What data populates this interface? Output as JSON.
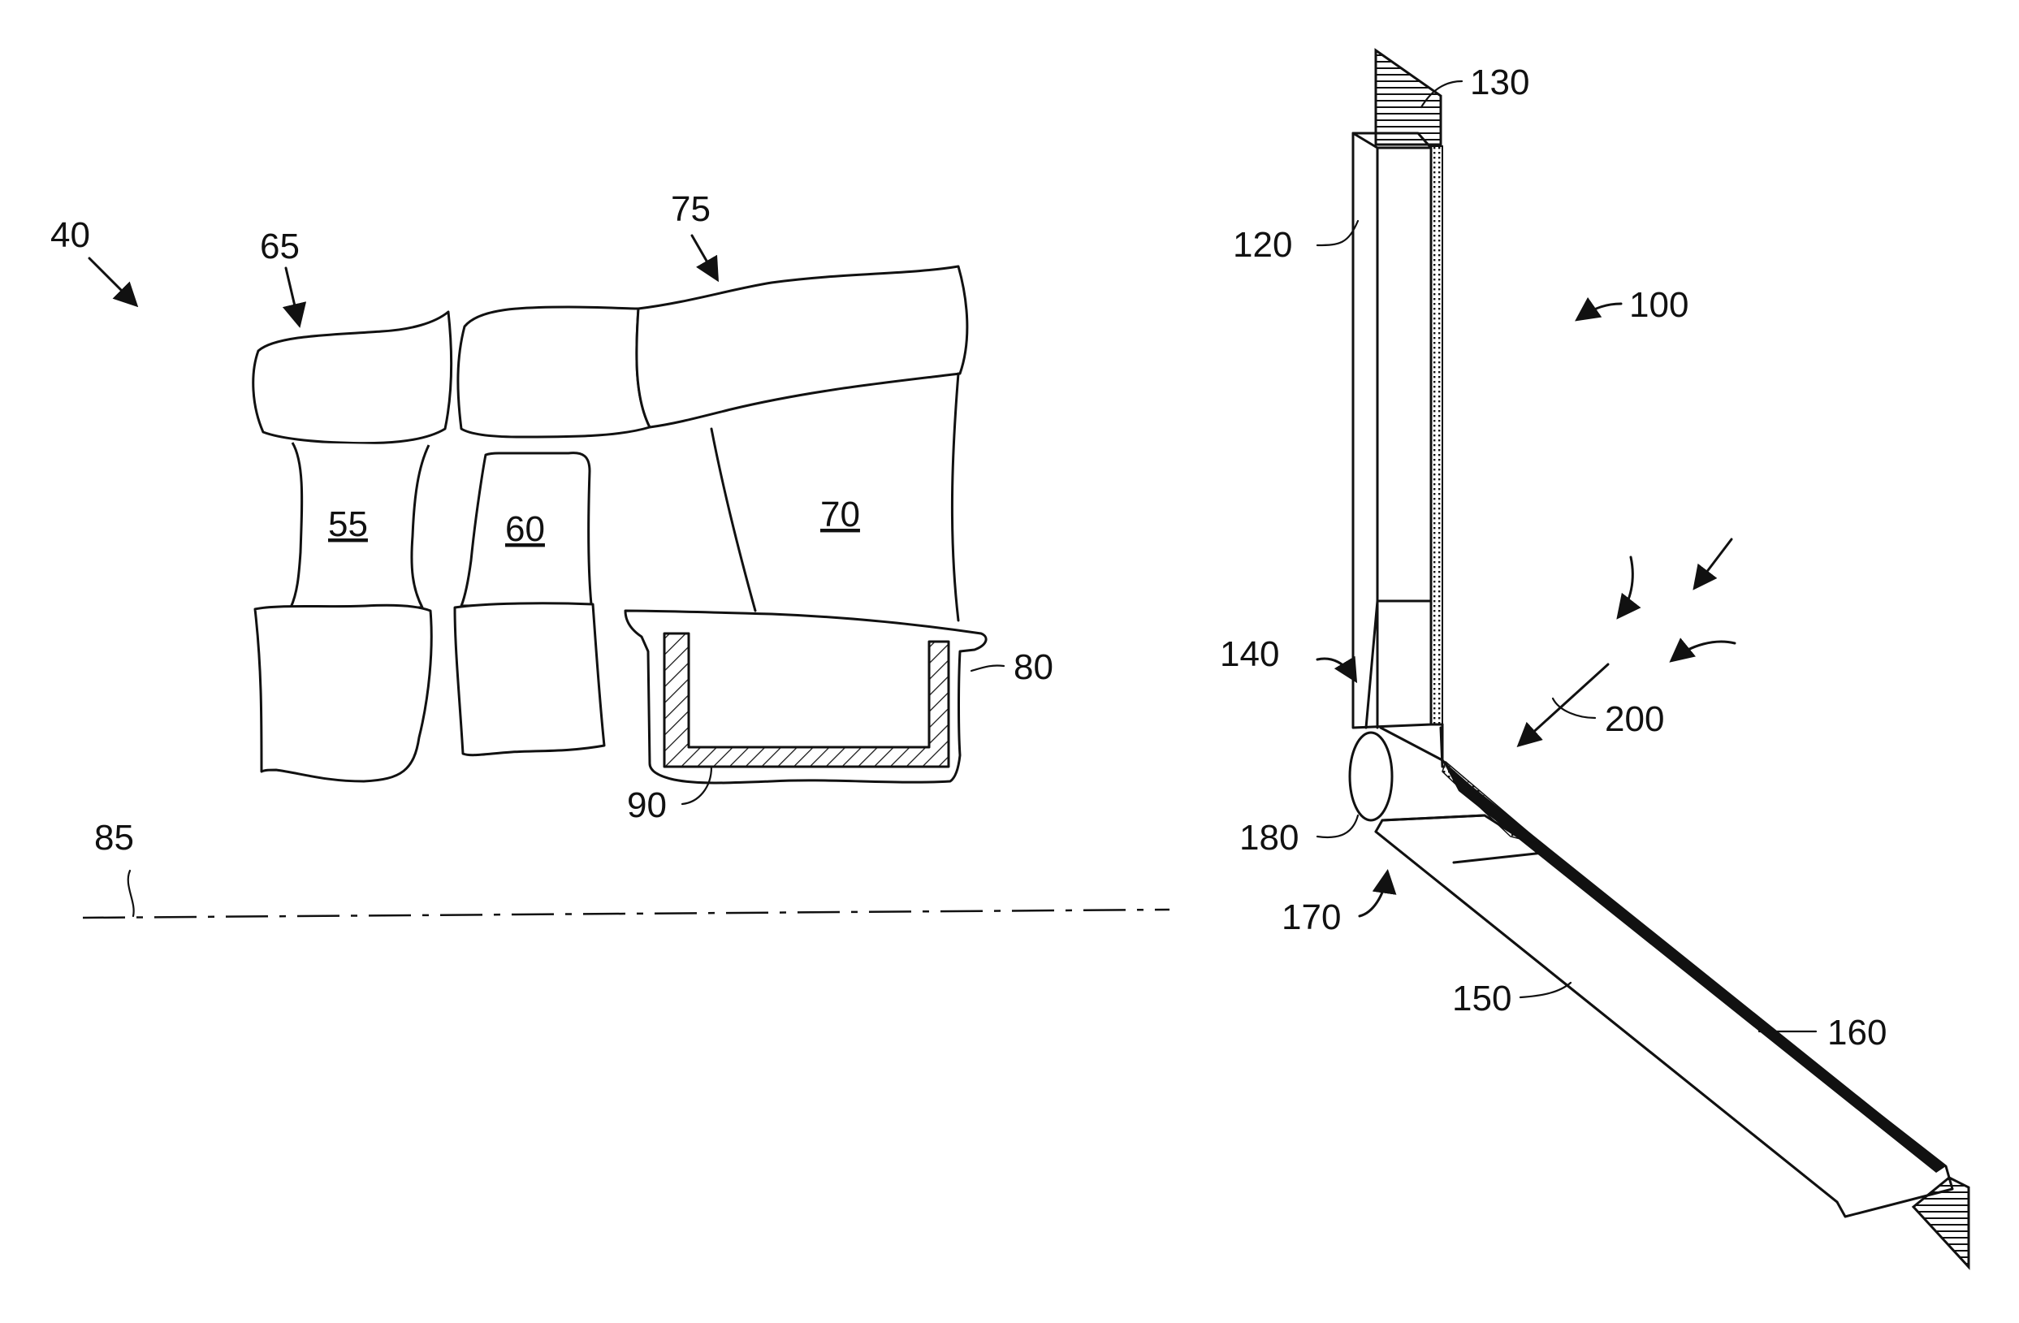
{
  "figure": {
    "colors": {
      "line": "#111111",
      "background": "#ffffff"
    },
    "labels": {
      "l40": "40",
      "l65": "65",
      "l75": "75",
      "l55": "55",
      "l60": "60",
      "l70": "70",
      "l80": "80",
      "l90": "90",
      "l85": "85",
      "l130": "130",
      "l120": "120",
      "l100": "100",
      "l140": "140",
      "l200": "200",
      "l180": "180",
      "l170": "170",
      "l150": "150",
      "l160": "160"
    }
  }
}
